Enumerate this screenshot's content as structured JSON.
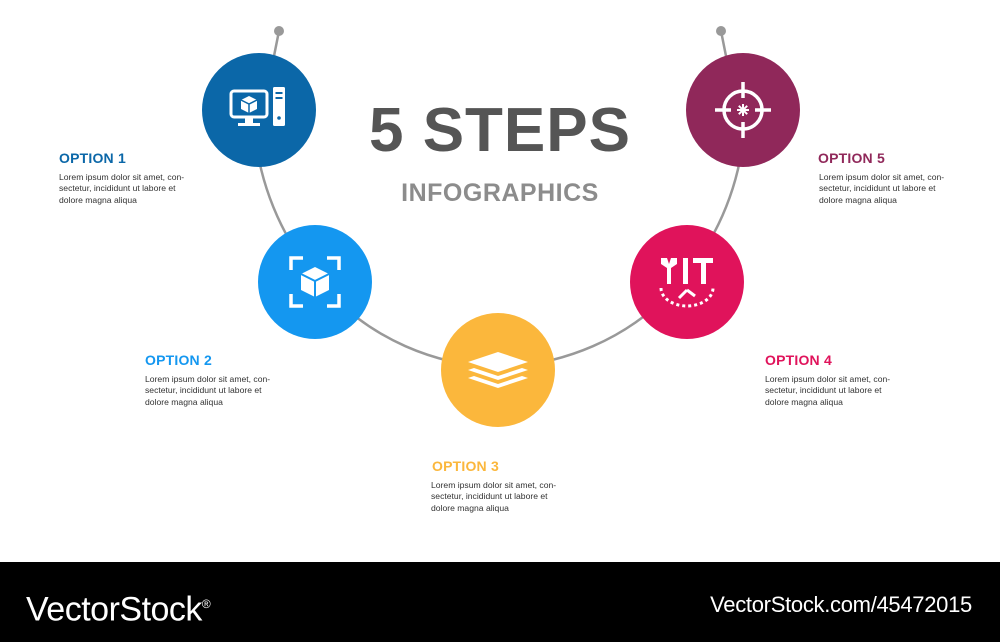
{
  "header": {
    "title": "5 STEPS",
    "subtitle": "INFOGRAPHICS"
  },
  "options": [
    {
      "title": "OPTION 1",
      "description": "Lorem ipsum dolor sit amet, con-\nsectetur, incididunt ut labore et\ndolore magna aliqua",
      "color": "#0b67a8",
      "icon": "computer-cube-icon"
    },
    {
      "title": "OPTION 2",
      "description": "Lorem ipsum dolor sit amet, con-\nsectetur, incididunt ut labore et\ndolore magna aliqua",
      "color": "#1497f0",
      "icon": "cube-focus-icon"
    },
    {
      "title": "OPTION 3",
      "description": "Lorem ipsum dolor sit amet, con-\nsectetur, incididunt ut labore et\ndolore magna aliqua",
      "color": "#fbb73c",
      "icon": "layers-icon"
    },
    {
      "title": "OPTION 4",
      "description": "Lorem ipsum dolor sit amet, con-\nsectetur, incididunt ut labore et\ndolore magna aliqua",
      "color": "#e0135b",
      "icon": "tools-clock-icon"
    },
    {
      "title": "OPTION 5",
      "description": "Lorem ipsum dolor sit amet, con-\nsectetur, incididunt ut labore et\ndolore magna aliqua",
      "color": "#90285a",
      "icon": "crosshair-icon"
    }
  ],
  "footer": {
    "brand": "VectorStock",
    "registered_mark": "®",
    "image_id": "VectorStock.com/45472015"
  },
  "colors": {
    "arc": "#999999",
    "title": "#555555",
    "subtitle": "#8c8c8c",
    "footer_bg": "#000000"
  }
}
